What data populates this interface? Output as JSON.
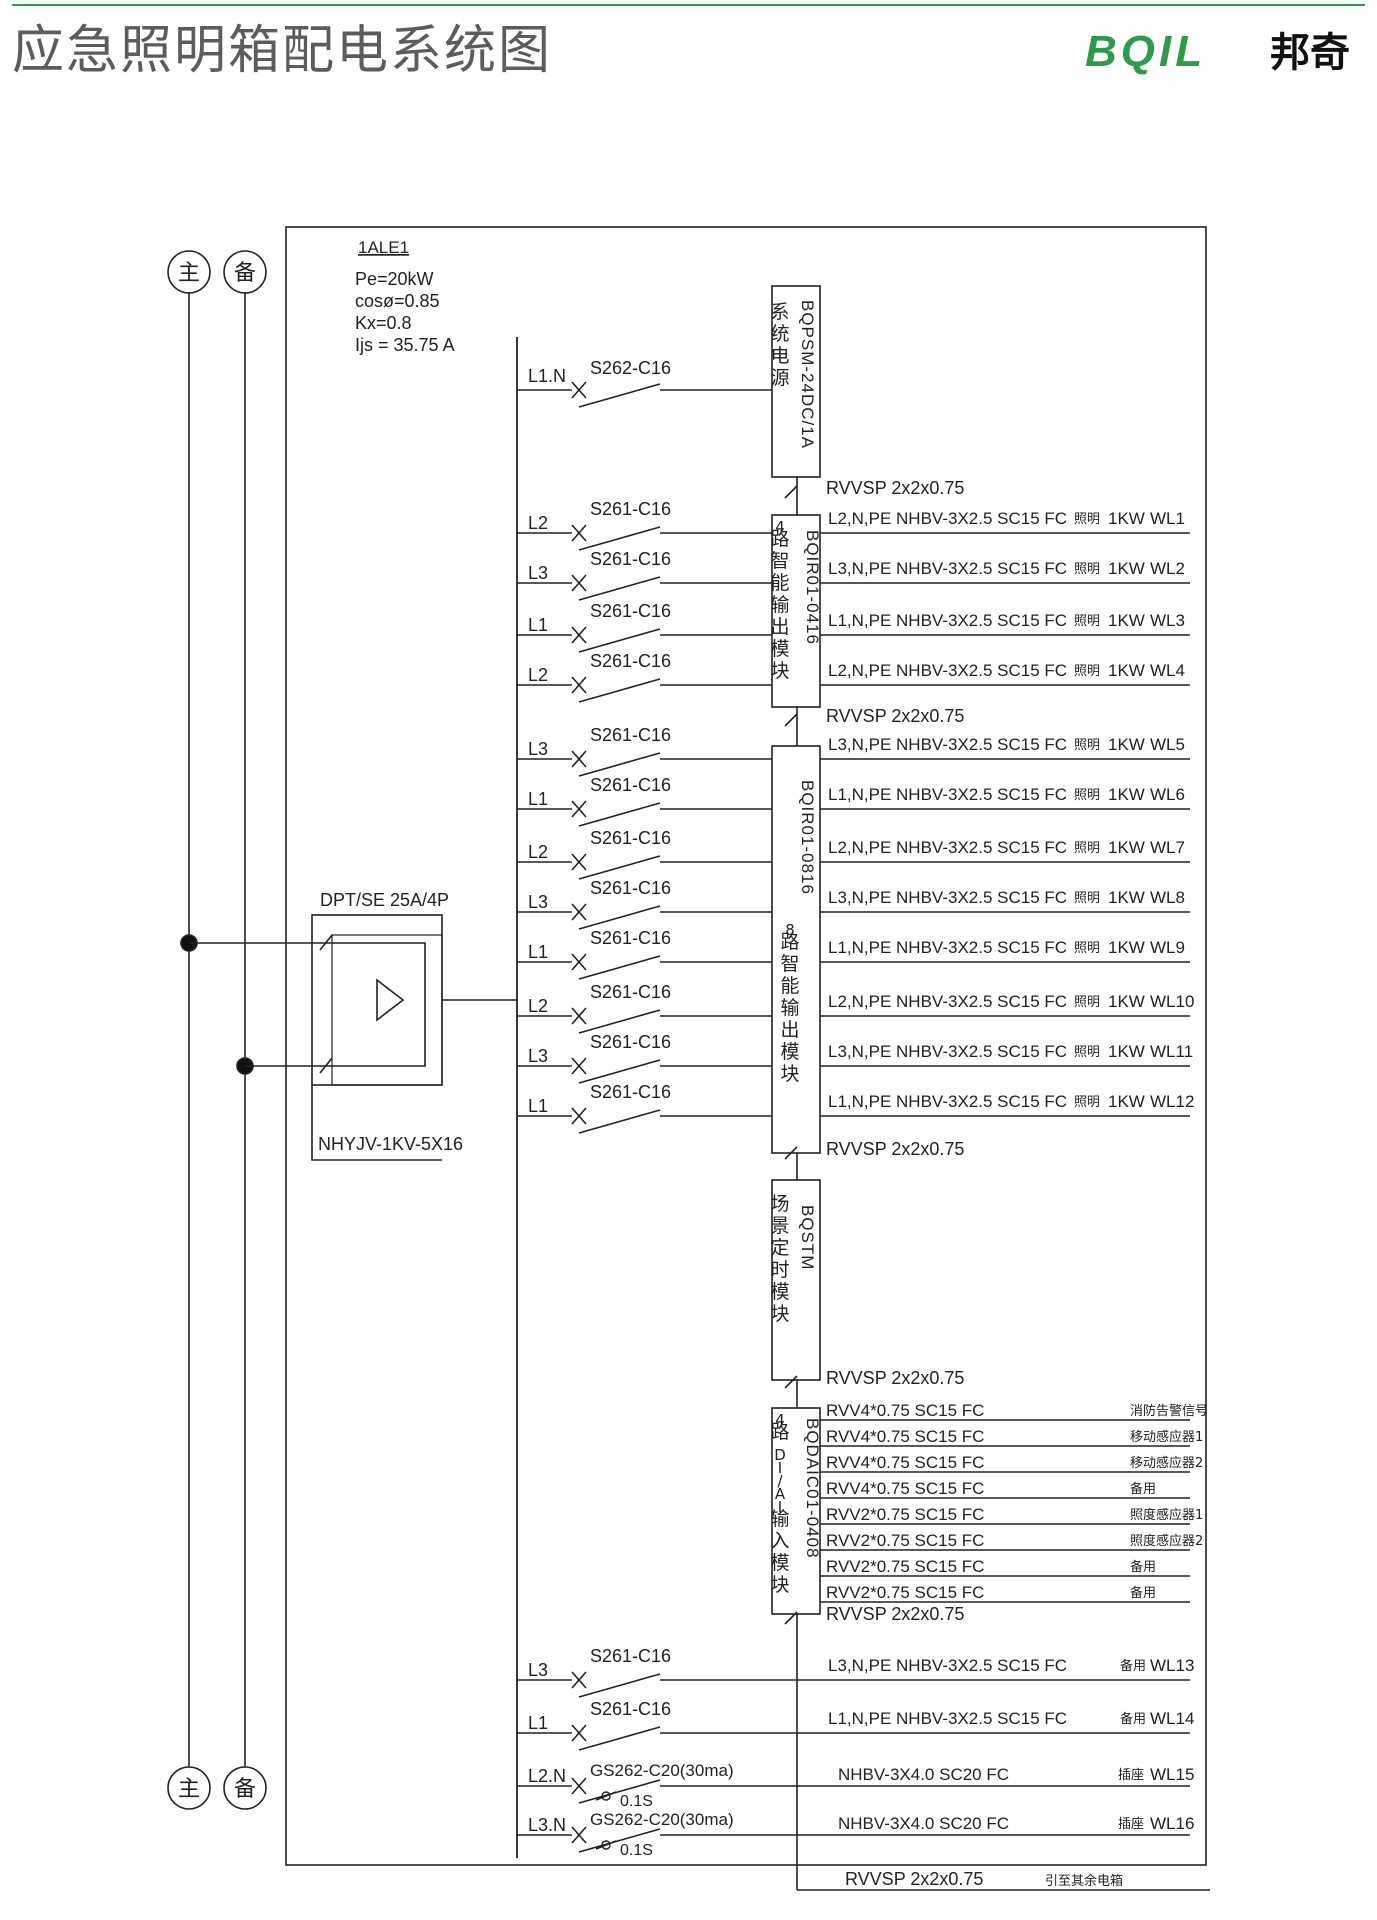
{
  "title": "应急照明箱配电系统图",
  "logo": {
    "brand": "BQIL",
    "cn": "邦奇"
  },
  "panel": {
    "id": "1ALE1",
    "params": [
      "Pe=20kW",
      "cosø=0.85",
      "Kx=0.8",
      "Ijs = 35.75 A"
    ]
  },
  "sources": {
    "main": "主",
    "backup": "备"
  },
  "ats": {
    "label": "DPT/SE 25A/4P",
    "cable": "NHYJV-1KV-5X16"
  },
  "psu": {
    "phase": "L1.N",
    "breaker": "S262-C16",
    "module": "BQPSM-24DC/1A",
    "module_cn": "系统电源"
  },
  "bus_cables": [
    "RVVSP 2x2x0.75",
    "RVVSP 2x2x0.75",
    "RVVSP 2x2x0.75",
    "RVVSP 2x2x0.75",
    "RVVSP 2x2x0.75"
  ],
  "module4": {
    "code": "BQIR01-0416",
    "cn": "4路智能输出模块"
  },
  "module8": {
    "code": "BQIR01-0816",
    "cn": "8路智能输出模块"
  },
  "module_scene": {
    "code": "BQSTM",
    "cn": "场景定时模块"
  },
  "module_input": {
    "code": "BQDAIC01-0408",
    "cn": "4路DI/AI输入模块"
  },
  "circuits": [
    {
      "phase": "L2",
      "breaker": "S261-C16",
      "cable": "L2,N,PE  NHBV-3X2.5 SC15 FC",
      "use": "照明",
      "power": "1KW",
      "id": "WL1"
    },
    {
      "phase": "L3",
      "breaker": "S261-C16",
      "cable": "L3,N,PE  NHBV-3X2.5 SC15 FC",
      "use": "照明",
      "power": "1KW",
      "id": "WL2"
    },
    {
      "phase": "L1",
      "breaker": "S261-C16",
      "cable": "L1,N,PE  NHBV-3X2.5 SC15 FC",
      "use": "照明",
      "power": "1KW",
      "id": "WL3"
    },
    {
      "phase": "L2",
      "breaker": "S261-C16",
      "cable": "L2,N,PE  NHBV-3X2.5 SC15 FC",
      "use": "照明",
      "power": "1KW",
      "id": "WL4"
    },
    {
      "phase": "L3",
      "breaker": "S261-C16",
      "cable": "L3,N,PE  NHBV-3X2.5 SC15 FC",
      "use": "照明",
      "power": "1KW",
      "id": "WL5"
    },
    {
      "phase": "L1",
      "breaker": "S261-C16",
      "cable": "L1,N,PE  NHBV-3X2.5 SC15 FC",
      "use": "照明",
      "power": "1KW",
      "id": "WL6"
    },
    {
      "phase": "L2",
      "breaker": "S261-C16",
      "cable": "L2,N,PE  NHBV-3X2.5 SC15 FC",
      "use": "照明",
      "power": "1KW",
      "id": "WL7"
    },
    {
      "phase": "L3",
      "breaker": "S261-C16",
      "cable": "L3,N,PE  NHBV-3X2.5 SC15 FC",
      "use": "照明",
      "power": "1KW",
      "id": "WL8"
    },
    {
      "phase": "L1",
      "breaker": "S261-C16",
      "cable": "L1,N,PE  NHBV-3X2.5 SC15 FC",
      "use": "照明",
      "power": "1KW",
      "id": "WL9"
    },
    {
      "phase": "L2",
      "breaker": "S261-C16",
      "cable": "L2,N,PE  NHBV-3X2.5 SC15 FC",
      "use": "照明",
      "power": "1KW",
      "id": "WL10"
    },
    {
      "phase": "L3",
      "breaker": "S261-C16",
      "cable": "L3,N,PE  NHBV-3X2.5 SC15 FC",
      "use": "照明",
      "power": "1KW",
      "id": "WL11"
    },
    {
      "phase": "L1",
      "breaker": "S261-C16",
      "cable": "L1,N,PE  NHBV-3X2.5 SC15 FC",
      "use": "照明",
      "power": "1KW",
      "id": "WL12"
    }
  ],
  "inputs": [
    {
      "cable": "RVV4*0.75 SC15 FC",
      "label": "消防告警信号"
    },
    {
      "cable": "RVV4*0.75 SC15 FC",
      "label": "移动感应器1"
    },
    {
      "cable": "RVV4*0.75 SC15 FC",
      "label": "移动感应器2"
    },
    {
      "cable": "RVV4*0.75 SC15 FC",
      "label": "备用"
    },
    {
      "cable": "RVV2*0.75 SC15 FC",
      "label": "照度感应器1"
    },
    {
      "cable": "RVV2*0.75 SC15 FC",
      "label": "照度感应器2"
    },
    {
      "cable": "RVV2*0.75 SC15 FC",
      "label": "备用"
    },
    {
      "cable": "RVV2*0.75 SC15 FC",
      "label": "备用"
    }
  ],
  "spares": [
    {
      "phase": "L3",
      "breaker": "S261-C16",
      "cable": "L3,N,PE  NHBV-3X2.5 SC15 FC",
      "use": "备用",
      "id": "WL13"
    },
    {
      "phase": "L1",
      "breaker": "S261-C16",
      "cable": "L1,N,PE  NHBV-3X2.5 SC15 FC",
      "use": "备用",
      "id": "WL14"
    }
  ],
  "rcd_circuits": [
    {
      "phase": "L2.N",
      "breaker": "GS262-C20(30ma)",
      "delay": "0.1S",
      "cable": "NHBV-3X4.0 SC20 FC",
      "use": "插座",
      "id": "WL15"
    },
    {
      "phase": "L3.N",
      "breaker": "GS262-C20(30ma)",
      "delay": "0.1S",
      "cable": "NHBV-3X4.0 SC20 FC",
      "use": "插座",
      "id": "WL16"
    }
  ],
  "bus_out": {
    "cable": "RVVSP 2x2x0.75",
    "label": "引至其余电箱"
  }
}
